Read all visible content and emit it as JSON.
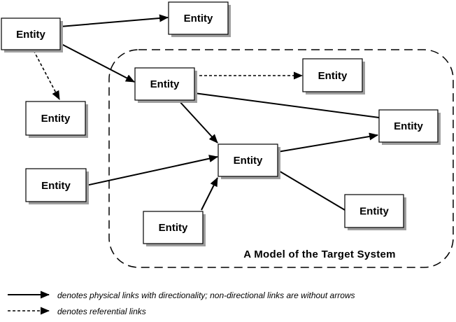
{
  "colors": {
    "line": "#000000",
    "box_fill": "#ffffff",
    "box_shadow": "#9e9e9e",
    "background": "#ffffff"
  },
  "entities": [
    {
      "id": "top-left-outside",
      "label": "Entity"
    },
    {
      "id": "top-right-outside",
      "label": "Entity"
    },
    {
      "id": "left-upper-outside",
      "label": "Entity"
    },
    {
      "id": "left-lower-outside",
      "label": "Entity"
    },
    {
      "id": "inner-top-left",
      "label": "Entity"
    },
    {
      "id": "inner-top-right",
      "label": "Entity"
    },
    {
      "id": "inner-right",
      "label": "Entity"
    },
    {
      "id": "inner-center",
      "label": "Entity"
    },
    {
      "id": "inner-bottom-left",
      "label": "Entity"
    },
    {
      "id": "inner-bottom-right",
      "label": "Entity"
    }
  ],
  "region": {
    "title": "A Model of the Target System"
  },
  "links": [
    {
      "from": "top-left-outside",
      "to": "top-right-outside",
      "type": "physical",
      "directional": true
    },
    {
      "from": "top-left-outside",
      "to": "inner-top-left",
      "type": "physical",
      "directional": true
    },
    {
      "from": "top-left-outside",
      "to": "left-upper-outside",
      "type": "referential",
      "directional": true
    },
    {
      "from": "inner-top-left",
      "to": "inner-top-right",
      "type": "referential",
      "directional": true
    },
    {
      "from": "inner-top-left",
      "to": "inner-right",
      "type": "physical",
      "directional": false
    },
    {
      "from": "inner-top-left",
      "to": "inner-center",
      "type": "physical",
      "directional": true
    },
    {
      "from": "left-lower-outside",
      "to": "inner-center",
      "type": "physical",
      "directional": true
    },
    {
      "from": "inner-center",
      "to": "inner-right",
      "type": "physical",
      "directional": true
    },
    {
      "from": "inner-center",
      "to": "inner-bottom-right",
      "type": "physical",
      "directional": false
    },
    {
      "from": "inner-bottom-left",
      "to": "inner-center",
      "type": "physical",
      "directional": true
    }
  ],
  "legend": {
    "physical": "denotes physical links with directionality; non-directional links are without arrows",
    "referential": "denotes referential links"
  }
}
